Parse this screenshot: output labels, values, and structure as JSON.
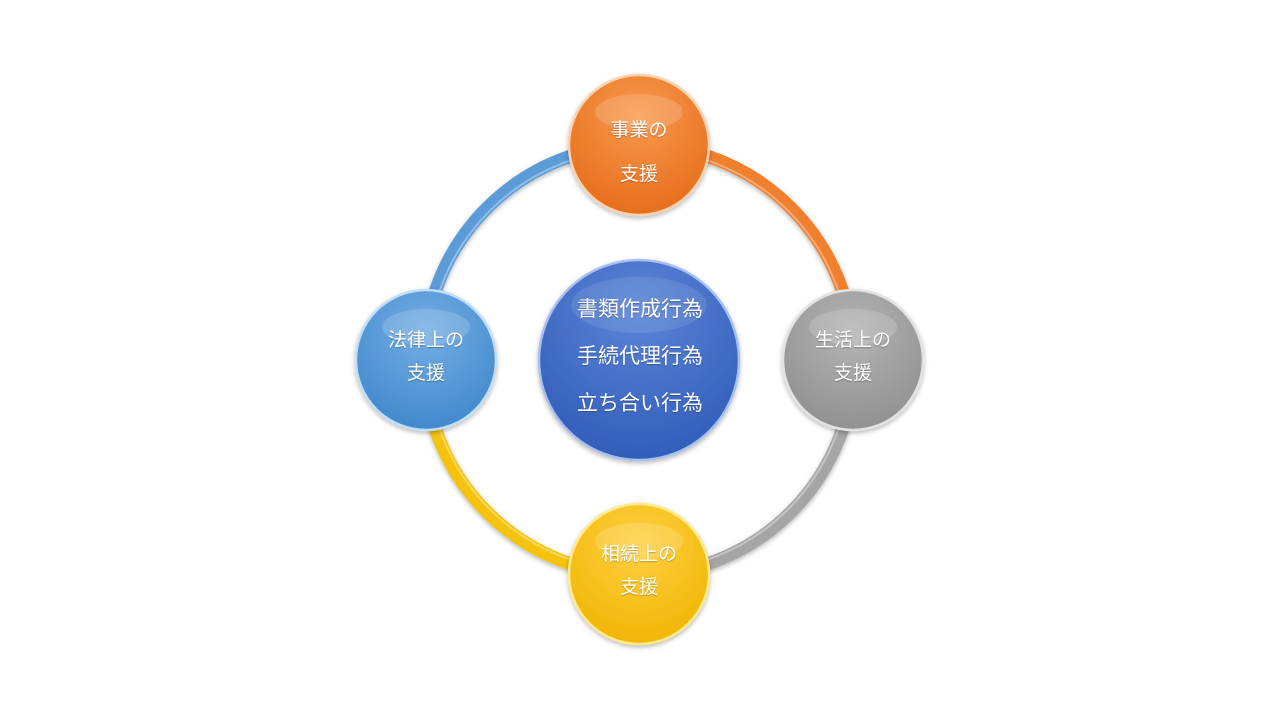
{
  "colors": {
    "orange": "#F07F2E",
    "gray": "#9E9E9E",
    "yellow": "#F5BE10",
    "blue_light": "#5A9BD8",
    "blue_center": "#3F67C4",
    "text": "#FFFFFF"
  },
  "nodes": {
    "business": {
      "line1": "事業の",
      "line2": "支援"
    },
    "life": {
      "line1": "生活上の",
      "line2": "支援"
    },
    "inheritance": {
      "line1": "相続上の",
      "line2": "支援"
    },
    "law": {
      "line1": "法律上の",
      "line2": "支援"
    }
  },
  "center": {
    "line1": "書類作成行為",
    "line2": "手続代理行為",
    "line3": "立ち合い行為"
  }
}
